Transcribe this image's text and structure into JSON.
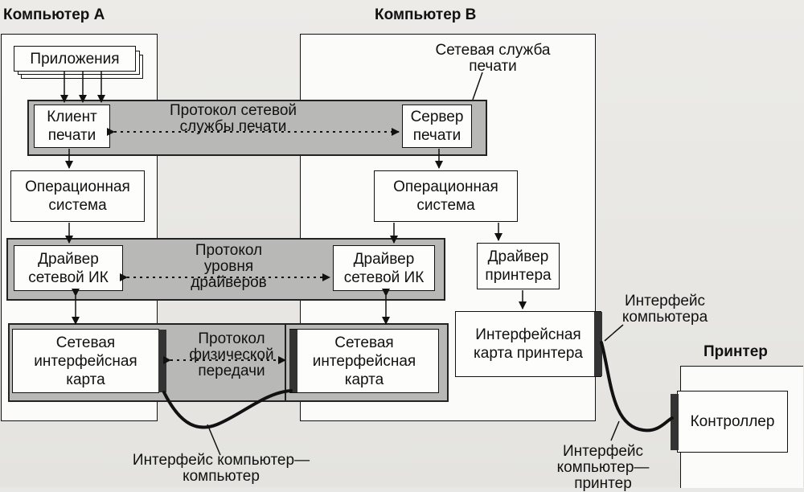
{
  "labels": {
    "computer_a": "Компьютер А",
    "computer_b": "Компьютер В",
    "printer": "Принтер",
    "applications": "Приложения",
    "print_client": "Клиент печати",
    "print_server": "Сервер печати",
    "network_print_service": "Сетевая служба печати",
    "print_service_protocol": "Протокол сетевой службы печати",
    "os_a": "Операционная система",
    "os_b": "Операционная система",
    "nic_driver_a": "Драйвер сетевой ИК",
    "nic_driver_b": "Драйвер сетевой ИК",
    "driver_level_protocol": "Протокол уровня драйверов",
    "printer_driver": "Драйвер принтера",
    "nic_a": "Сетевая интерфейсная карта",
    "nic_b": "Сетевая интерфейсная карта",
    "physical_protocol": "Протокол физической передачи",
    "printer_interface_card": "Интерфейсная карта принтера",
    "computer_interface": "Интерфейс компьютера",
    "controller": "Контроллер",
    "computer_printer_interface": "Интерфейс компьютер—принтер",
    "computer_computer_interface": "Интерфейс компьютер—компьютер"
  }
}
